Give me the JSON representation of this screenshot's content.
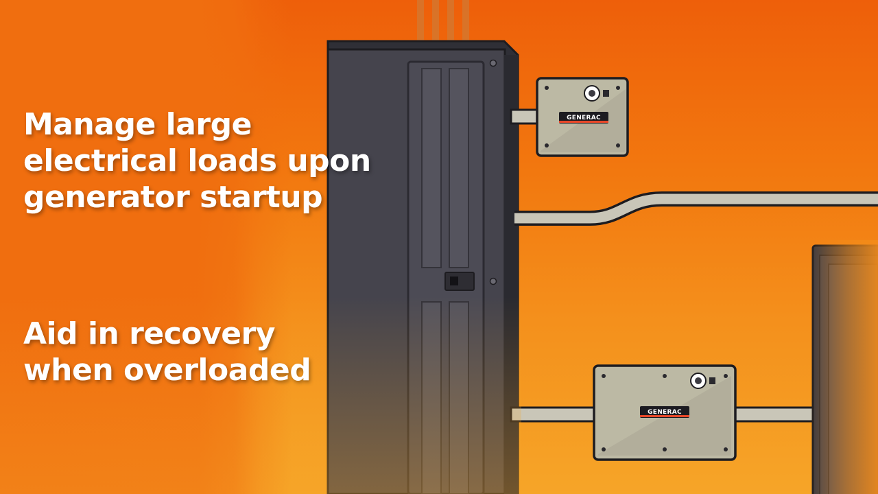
{
  "captions": [
    {
      "lines": [
        "Manage large",
        "electrical loads upon",
        "generator startup"
      ]
    },
    {
      "lines": [
        "Aid in recovery",
        "when overloaded"
      ]
    }
  ],
  "devices": {
    "module_top": {
      "brand": "GENERAC"
    },
    "module_bottom": {
      "brand": "GENERAC"
    }
  },
  "colors": {
    "background_top": "#ee5f0a",
    "background_bottom": "#f6a528",
    "panel": "#3d3d46",
    "module_body": "#bcb9a4",
    "conduit": "#c9c6b8",
    "outline": "#1d1c20",
    "brand_stripe": "#e8482a"
  }
}
